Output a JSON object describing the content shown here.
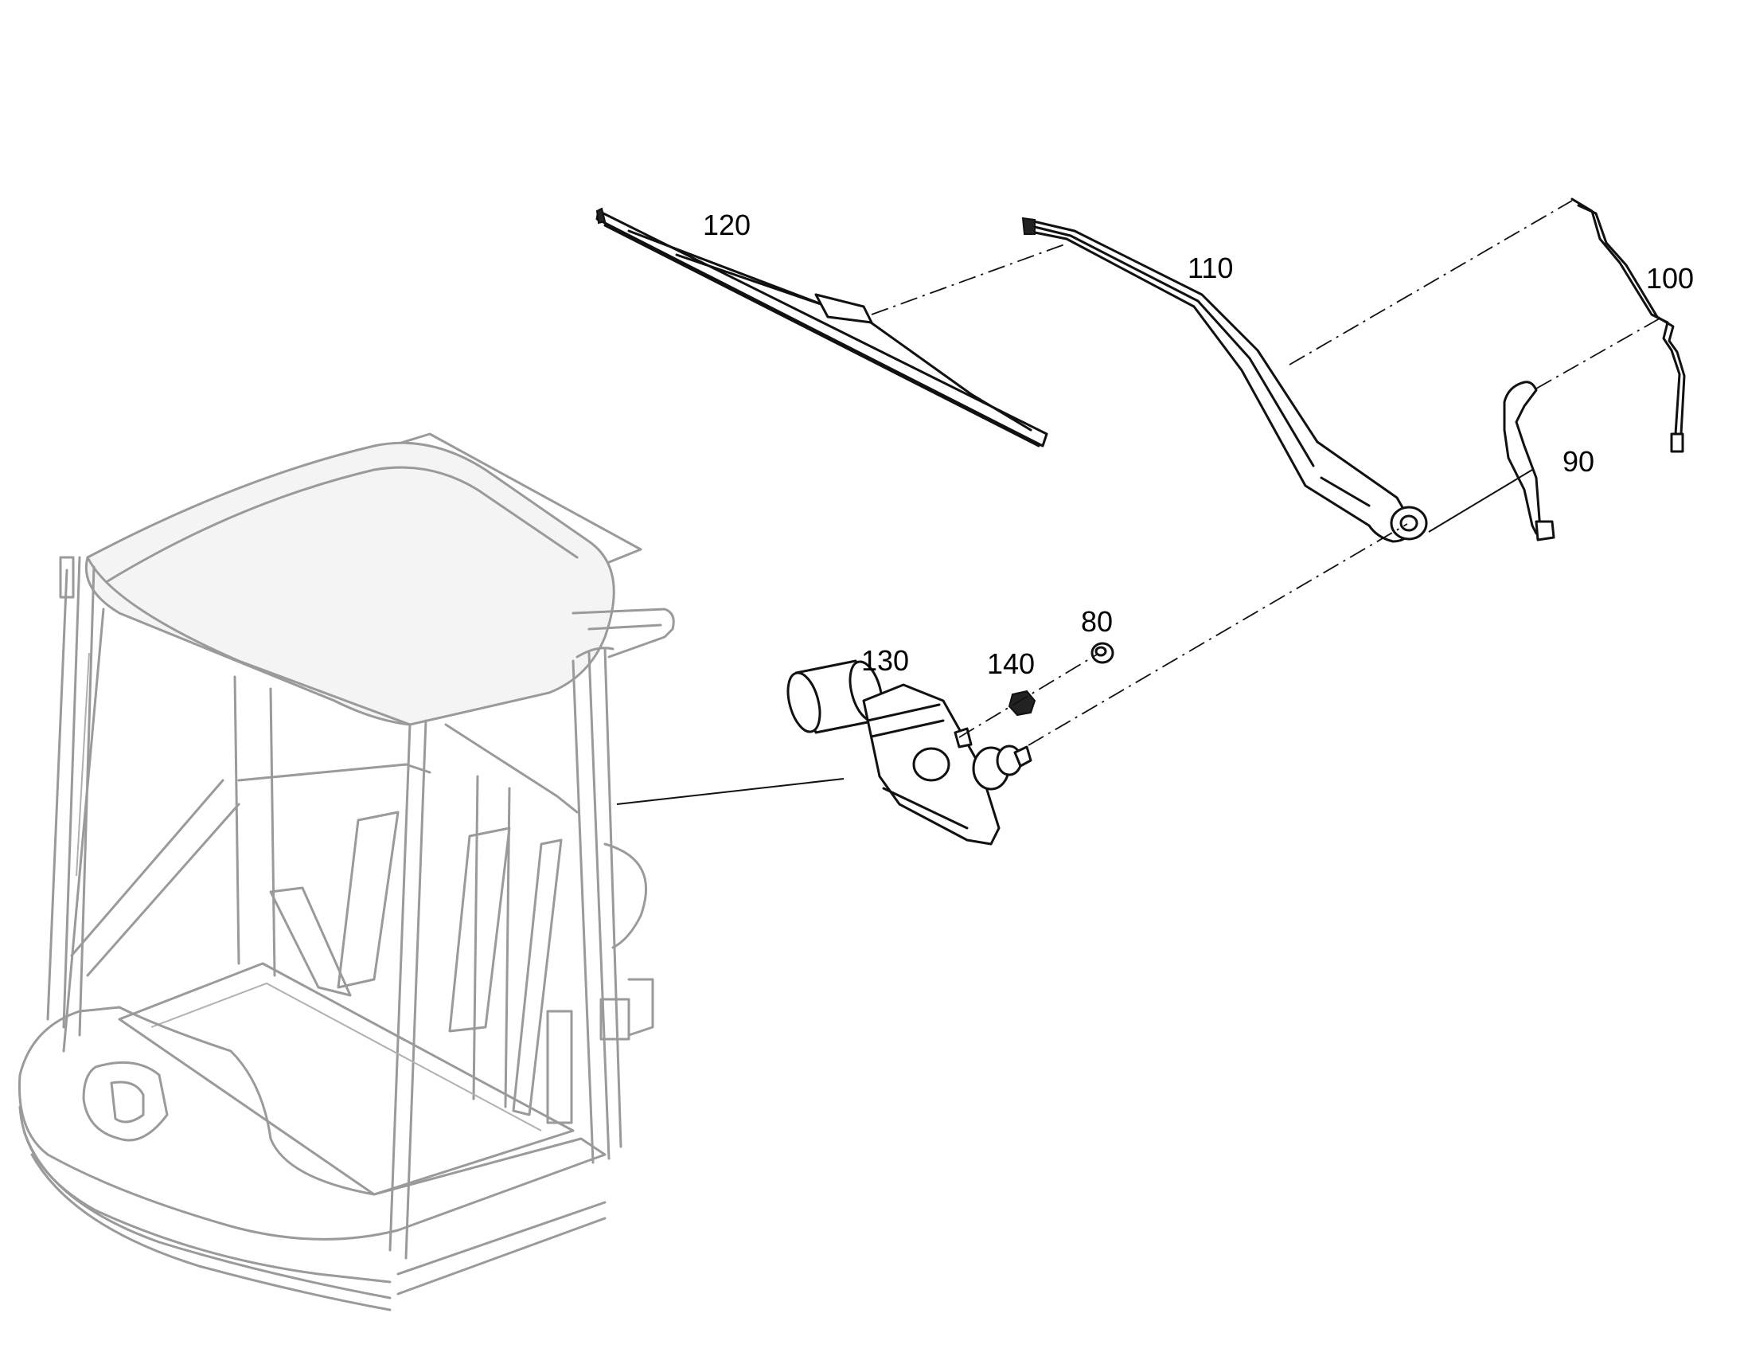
{
  "callouts": {
    "c80": "80",
    "c90": "90",
    "c100": "100",
    "c110": "110",
    "c120": "120",
    "c130": "130",
    "c140": "140"
  }
}
